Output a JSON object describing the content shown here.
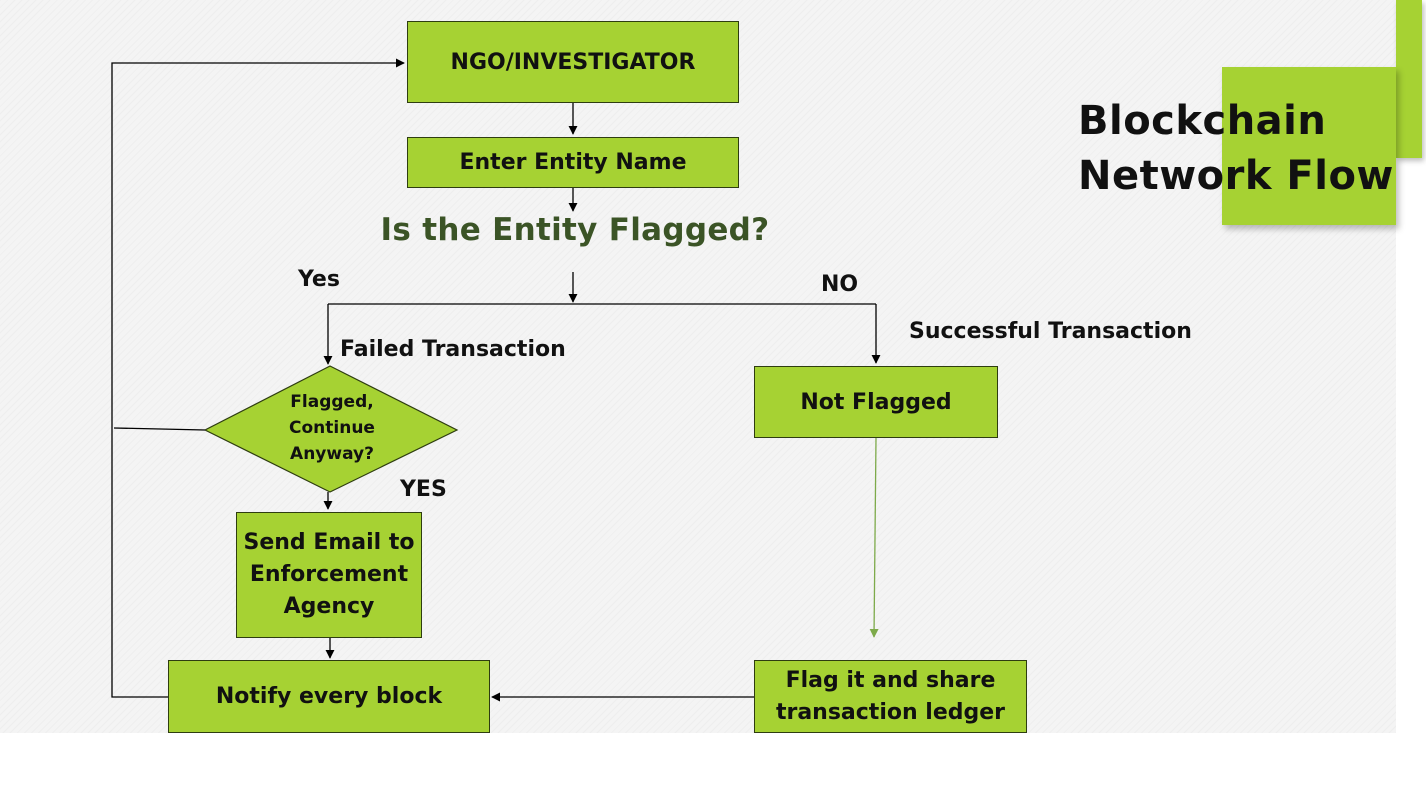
{
  "slide": {
    "title": "Blockchain\nNetwork Flow",
    "colors": {
      "accent_green": "#a6d233",
      "question_text": "#3b5426",
      "connector_dark": "#000000",
      "connector_green": "#7daa4a"
    }
  },
  "flow": {
    "ngo_box": "NGO/INVESTIGATOR",
    "enter_entity_box": "Enter Entity Name",
    "question": "Is the Entity Flagged?",
    "yes_label": "Yes",
    "no_label": "NO",
    "failed_label": "Failed Transaction",
    "successful_label": "Successful Transaction",
    "decision_diamond": "Flagged, Continue Anyway?",
    "decision_yes_label": "YES",
    "send_email_box": "Send Email to Enforcement Agency",
    "not_flagged_box": "Not Flagged",
    "notify_box": "Notify every block",
    "flag_share_box": "Flag it and share transaction ledger"
  }
}
